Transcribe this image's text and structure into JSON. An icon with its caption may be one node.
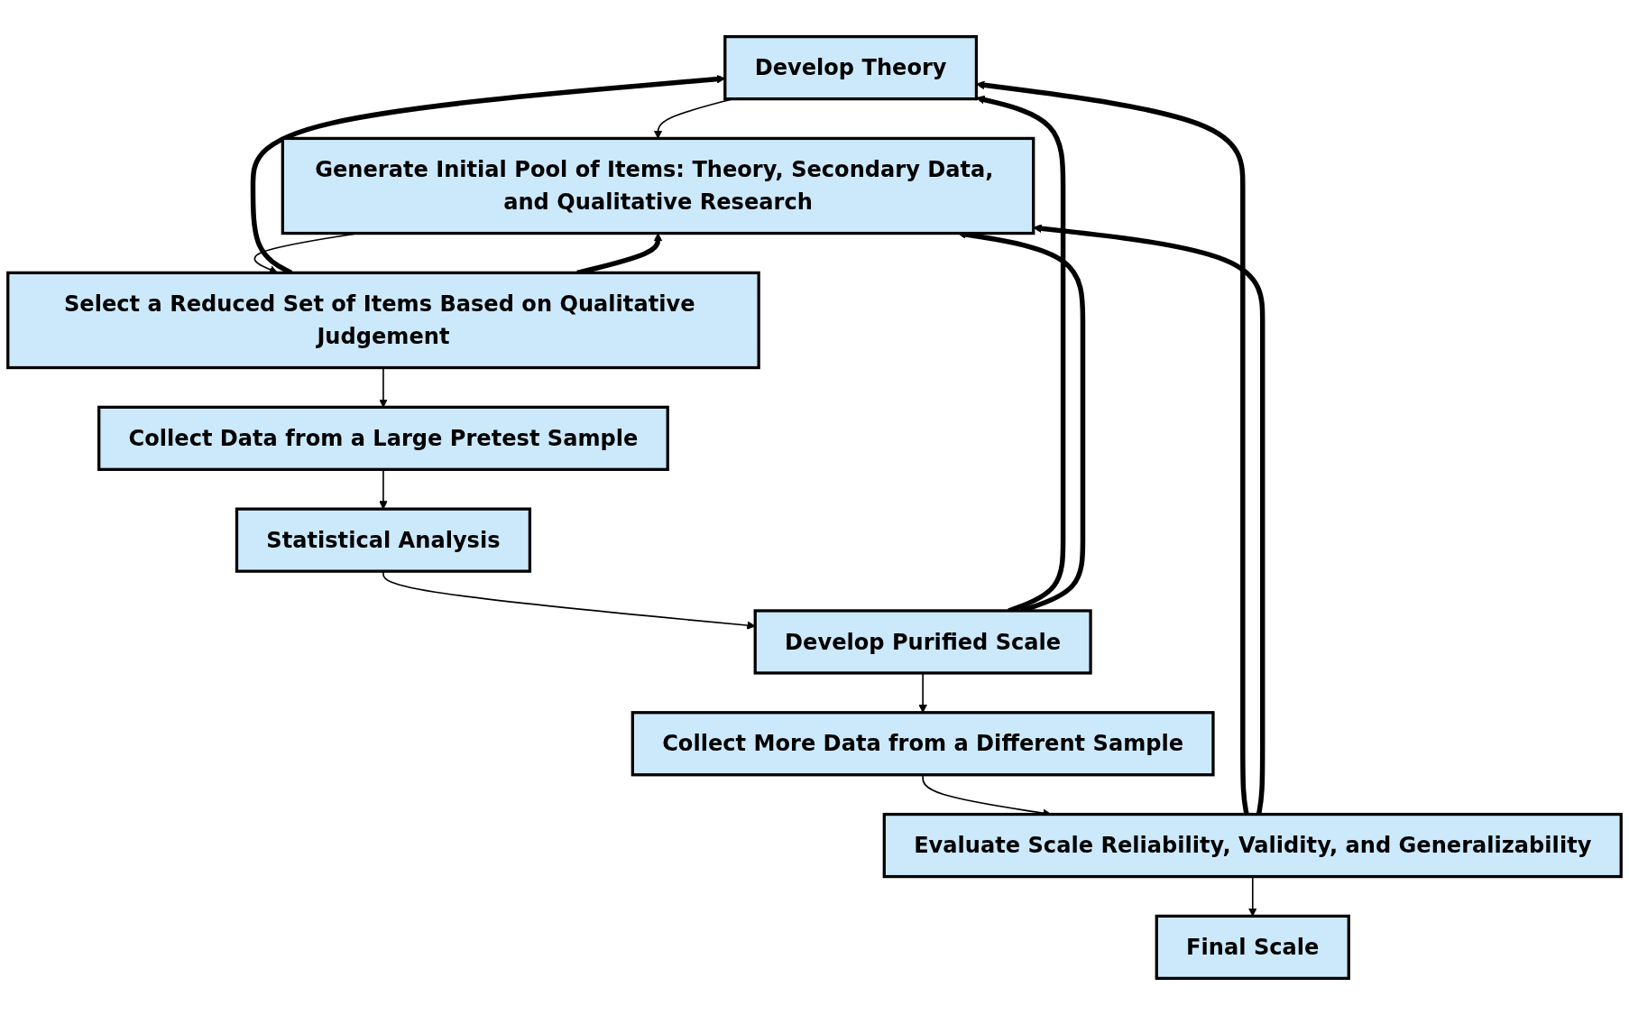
{
  "diagram": {
    "nodes": [
      {
        "text": [
          "Develop Theory"
        ]
      },
      {
        "text": [
          "Generate Initial Pool of Items: Theory, Secondary Data, and Qualitative Research"
        ]
      },
      {
        "text": [
          "Select a Reduced Set of Items Based on Qualitative Judgement"
        ]
      },
      {
        "text": [
          "Collect Data from a Large Pretest Sample"
        ]
      },
      {
        "text": [
          "Statistical Analysis"
        ]
      },
      {
        "text": [
          "Develop Purified Scale"
        ]
      },
      {
        "text": [
          "Collect More Data from a Different Sample"
        ]
      },
      {
        "text": [
          "Evaluate Scale Reliability, Validity, and Generalizability"
        ]
      },
      {
        "text": [
          "Final Scale"
        ]
      }
    ],
    "edges": [
      {
        "from": 0,
        "to": 1,
        "arrow": "to"
      },
      {
        "from": 1,
        "to": 2,
        "arrow": "to"
      },
      {
        "from": 2,
        "to": 3,
        "arrow": "to"
      },
      {
        "from": 3,
        "to": 4,
        "arrow": "to"
      },
      {
        "from": 4,
        "to": 5,
        "arrow": "to"
      },
      {
        "from": 5,
        "to": 6,
        "arrow": "to"
      },
      {
        "from": 6,
        "to": 7,
        "arrow": "to"
      },
      {
        "from": 7,
        "to": 8,
        "arrow": "to"
      },
      {
        "from": 2,
        "to": 0,
        "arrow": "to",
        "style": "thick"
      },
      {
        "from": 2,
        "to": 1,
        "arrow": "to",
        "style": "thick"
      },
      {
        "from": 5,
        "to": 0,
        "arrow": "to",
        "style": "thick"
      },
      {
        "from": 5,
        "to": 1,
        "arrow": "to",
        "style": "thick"
      },
      {
        "from": 7,
        "to": 0,
        "arrow": "to",
        "style": "thick"
      },
      {
        "from": 7,
        "to": 1,
        "arrow": "to",
        "style": "thick"
      }
    ]
  }
}
